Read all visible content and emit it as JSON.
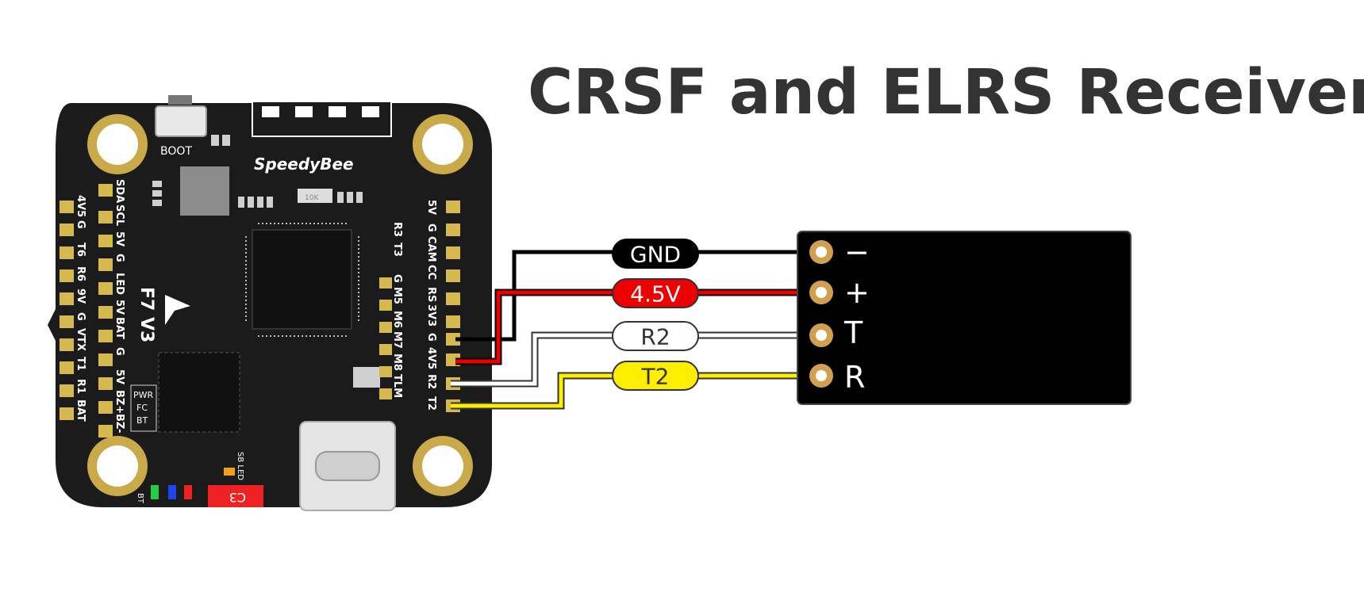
{
  "title": "CRSF and ELRS Receiver",
  "board": {
    "brand": "SpeedyBee",
    "model": "F7 V3",
    "boot_label": "BOOT",
    "status_leds": [
      "PWR",
      "FC",
      "BT"
    ],
    "sb_led_label": "SB LED",
    "bt_label": "BT",
    "c3_label": "C3",
    "resistor_label": "10K",
    "left_outer_pads": [
      "4V5",
      "G",
      "T6",
      "R6",
      "9V",
      "G",
      "VTX",
      "T1",
      "R1",
      "BAT"
    ],
    "left_inner_pads": [
      "SDA",
      "SCL",
      "5V",
      "G",
      "LED",
      "5V",
      "BAT",
      "G",
      "5V",
      "BZ+",
      "BZ-"
    ],
    "right_inner_pads": [
      "R3",
      "T3",
      "G",
      "M5",
      "M6",
      "M7",
      "M8",
      "TLM"
    ],
    "right_outer_pads": [
      "5V",
      "G",
      "CAM",
      "CC",
      "RS",
      "3V3",
      "G",
      "4V5",
      "R2",
      "T2"
    ],
    "colors": {
      "pcb": "#1b1b1b",
      "pad": "#d6b94e",
      "hole_ring": "#c9a94a"
    }
  },
  "wires": [
    {
      "label": "GND",
      "color": "#000000",
      "text_color": "#ffffff",
      "border": "#000000"
    },
    {
      "label": "4.5V",
      "color": "#ee0000",
      "text_color": "#ffffff",
      "border": "#ee0000"
    },
    {
      "label": "R2",
      "color": "#ffffff",
      "text_color": "#333333",
      "border": "#333333"
    },
    {
      "label": "T2",
      "color": "#ffee00",
      "text_color": "#333333",
      "border": "#333333"
    }
  ],
  "receiver": {
    "pins": [
      "−",
      "+",
      "T",
      "R"
    ],
    "color": "#000000"
  }
}
